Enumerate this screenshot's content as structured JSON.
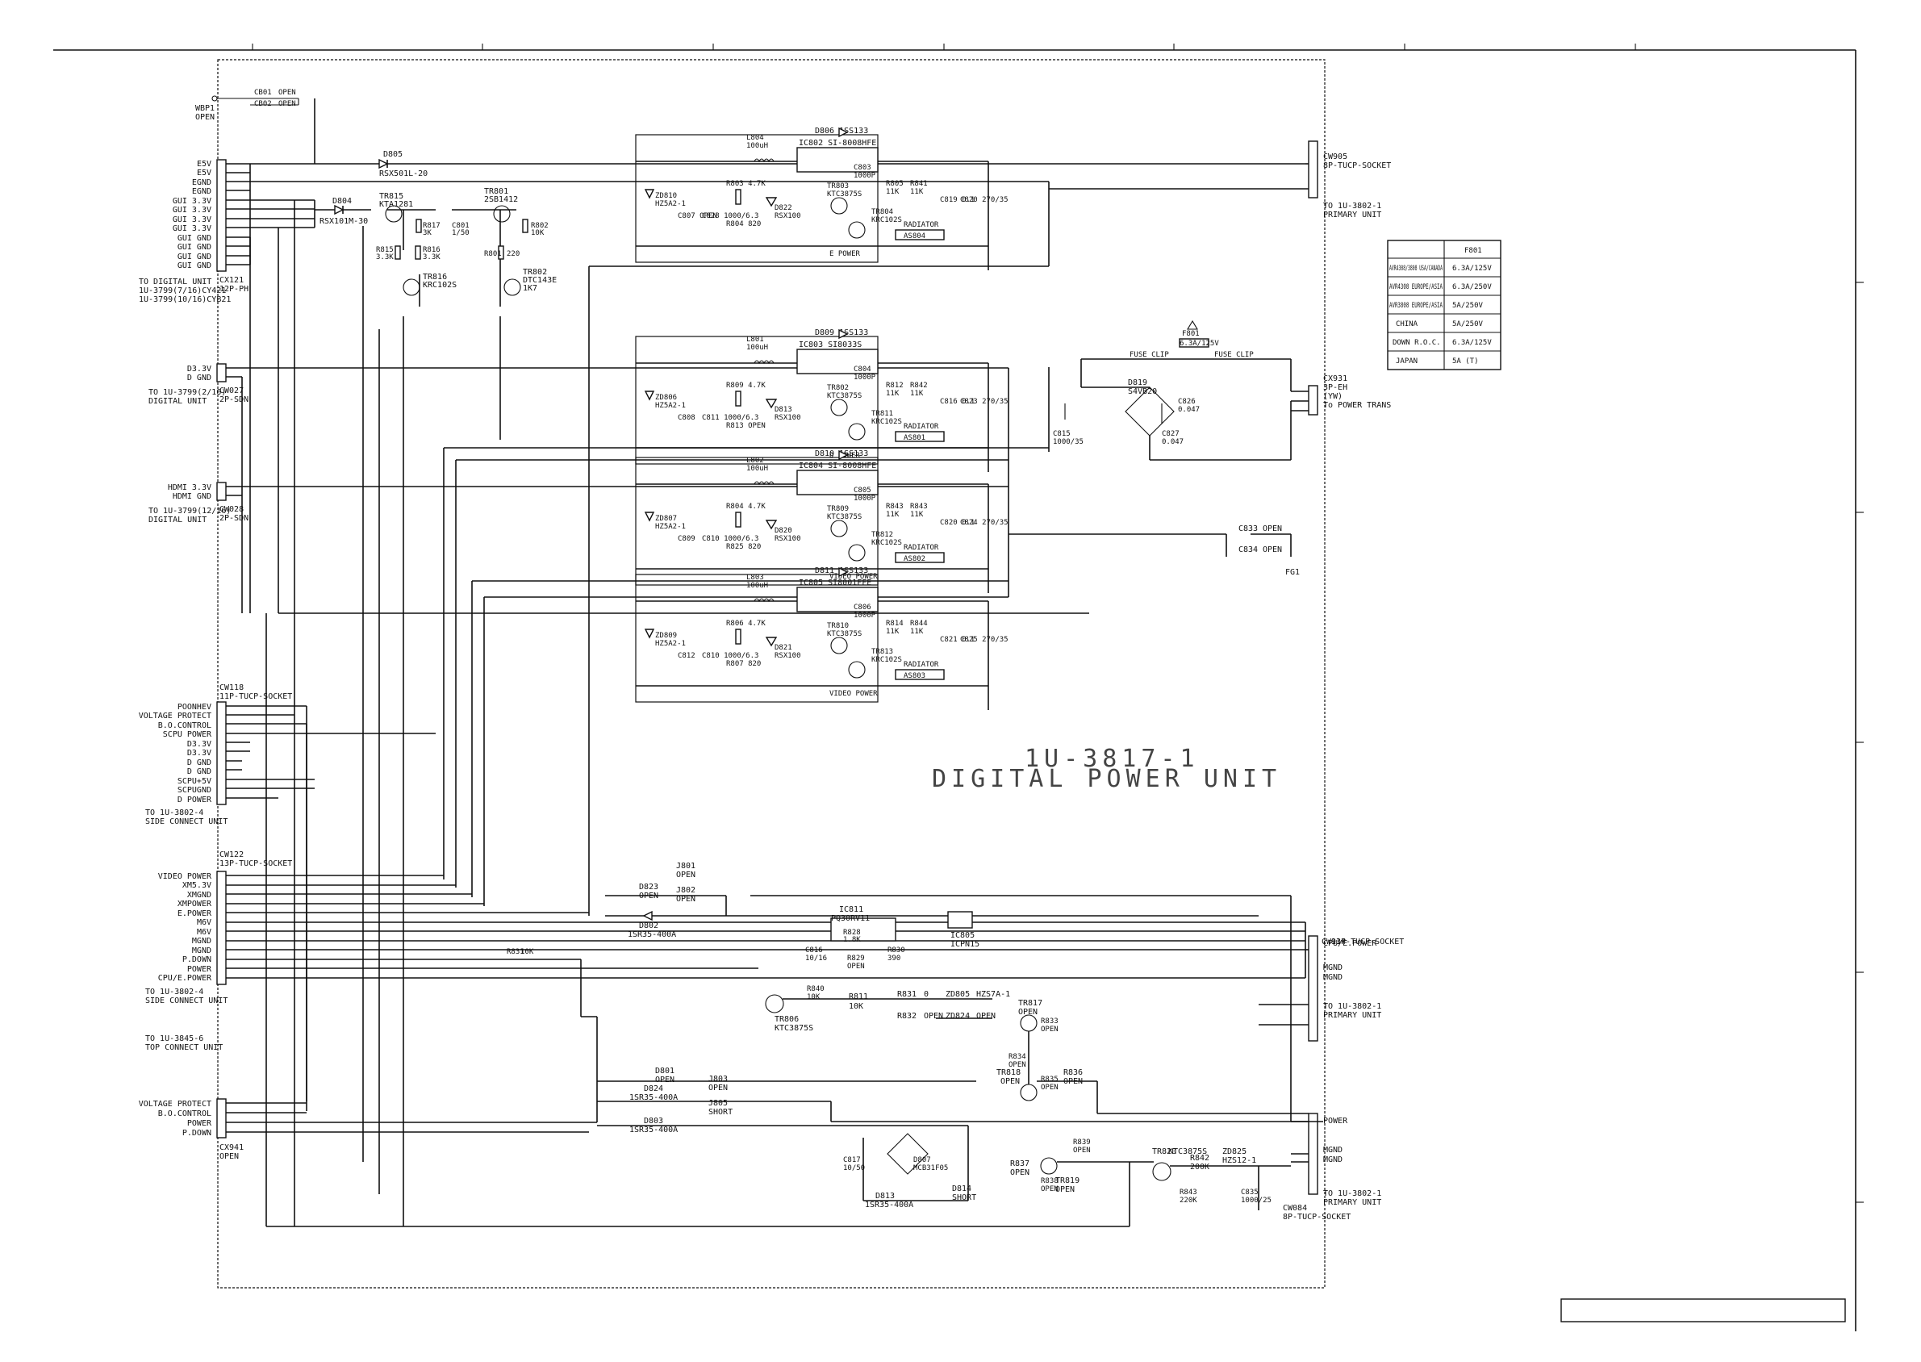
{
  "board": {
    "id": "1U-3817-1",
    "name": "DIGITAL POWER UNIT"
  },
  "top_connectors": {
    "wbp1": [
      "WBP1",
      "OPEN"
    ],
    "cb01": [
      "CB01",
      "OPEN"
    ],
    "cb02": [
      "CB02",
      "OPEN"
    ]
  },
  "cx121": {
    "pins": [
      "E5V",
      "E5V",
      "EGND",
      "EGND",
      "GUI 3.3V",
      "GUI 3.3V",
      "GUI 3.3V",
      "GUI 3.3V",
      "GUI GND",
      "GUI GND",
      "GUI GND",
      "GUI GND"
    ],
    "name": "CX121",
    "type": "12P-PH",
    "dest": [
      "TO DIGITAL UNIT",
      "1U-3799(7/16)CY421",
      "1U-3799(10/16)CYB21"
    ]
  },
  "cw027": {
    "pins": [
      "D3.3V",
      "D GND"
    ],
    "name": "CW027",
    "type": "2P-SDN",
    "dest": [
      "TO 1U-3799(2/16)",
      "DIGITAL UNIT"
    ]
  },
  "cw028": {
    "pins": [
      "HDMI 3.3V",
      "HDMI GND"
    ],
    "name": "CW028",
    "type": "2P-SDN",
    "dest": [
      "TO 1U-3799(12/16)",
      "DIGITAL UNIT"
    ]
  },
  "cw118": {
    "name": "CW118",
    "type": "11P-TUCP-SOCKET",
    "pins": [
      "POONHEV",
      "VOLTAGE PROTECT",
      "B.O.CONTROL",
      "SCPU POWER",
      "D3.3V",
      "D3.3V",
      "D GND",
      "D GND",
      "SCPU+5V",
      "SCPUGND",
      "D POWER"
    ],
    "dest": [
      "TO 1U-3802-4",
      "SIDE CONNECT UNIT"
    ]
  },
  "cw122": {
    "name": "CW122",
    "type": "13P-TUCP-SOCKET",
    "pins": [
      "VIDEO POWER",
      "XM5.3V",
      "XMGND",
      "XMPOWER",
      "E.POWER",
      "M6V",
      "M6V",
      "MGND",
      "MGND",
      "P.DOWN",
      "POWER",
      "CPU/E.POWER"
    ],
    "dest": [
      "TO 1U-3802-4",
      "SIDE CONNECT UNIT"
    ],
    "dest2": [
      "TO 1U-3845-6",
      "TOP CONNECT UNIT"
    ]
  },
  "cx941": {
    "pins": [
      "VOLTAGE PROTECT",
      "B.O.CONTROL",
      "POWER",
      "P.DOWN"
    ],
    "name": "CX941",
    "type": "OPEN"
  },
  "right_connectors": {
    "cw905": [
      "CW905",
      "8P-TUCP-SOCKET"
    ],
    "cw905_dest": [
      "TO 1U-3802-1",
      "PRIMARY UNIT"
    ],
    "cx931": [
      "CX931",
      "3P-EH",
      "(YW)"
    ],
    "cx931_dest": "To POWER TRANS",
    "cw934": [
      "CW934",
      "11P-TUCP-SOCKET"
    ],
    "cw934_pins": [
      "CPU/E.POWER",
      "MGND",
      "MGND"
    ],
    "cw934_dest": [
      "TO 1U-3802-1",
      "PRIMARY UNIT"
    ],
    "cw084": [
      "CW084",
      "8P-TUCP-SOCKET"
    ],
    "cw084_pins": [
      "POWER",
      "MGND",
      "MGND"
    ],
    "cw084_dest": [
      "TO 1U-3802-1",
      "PRIMARY UNIT"
    ]
  },
  "regulators": [
    {
      "name": "E POWER",
      "ic": "IC802 SI-8008HFE",
      "diode": "D806  1SS133",
      "coil": [
        "L804",
        "100uH"
      ],
      "zd": [
        "ZD810",
        "HZ5A2-1"
      ],
      "caps": [
        "C807 OPEN",
        "C828 1000/6.3"
      ],
      "res": [
        "R803 4.7K",
        "R804 820"
      ],
      "d": [
        "D822",
        "RSX100"
      ],
      "c_out": [
        "C803",
        "1000P"
      ],
      "tr_a": [
        "TR803",
        "KTC3875S"
      ],
      "tr_b": [
        "TR804",
        "KRC102S"
      ],
      "r1": [
        "R805",
        "11K"
      ],
      "r2": [
        "R841",
        "11K"
      ],
      "c3": [
        "C819 0.1",
        "C820 270/35"
      ],
      "rad": [
        "RADIATOR",
        "AS804"
      ]
    },
    {
      "name": "D POWER",
      "ic": "IC803 SI8033S",
      "diode": "D809  1SS133",
      "coil": [
        "L801",
        "100uH"
      ],
      "zd": [
        "ZD806",
        "HZ5A2-1"
      ],
      "caps": [
        "C808",
        "C811 1000/6.3"
      ],
      "res": [
        "R809 4.7K",
        "R813 OPEN"
      ],
      "d": [
        "D813",
        "RSX100"
      ],
      "c_out": [
        "C804",
        "1000P"
      ],
      "tr_a": [
        "TR802",
        "KTC3875S"
      ],
      "tr_b": [
        "TR811",
        "KRC102S"
      ],
      "r1": [
        "R812",
        "11K"
      ],
      "r2": [
        "R842",
        "11K"
      ],
      "c3": [
        "C816 0.1",
        "C823 270/35"
      ],
      "rad": [
        "RADIATOR",
        "AS801"
      ]
    },
    {
      "name": "VIDEO POWER",
      "ic": "IC804 SI-8008HFE",
      "diode": "D810  1SS133",
      "coil": [
        "L802",
        "100uH"
      ],
      "zd": [
        "ZD807",
        "HZ5A2-1"
      ],
      "caps": [
        "C809",
        "C810 1000/6.3"
      ],
      "res": [
        "R804 4.7K",
        "R825 820"
      ],
      "d": [
        "D820",
        "RSX100"
      ],
      "c_out": [
        "C805",
        "1000P"
      ],
      "tr_a": [
        "TR809",
        "KTC3875S"
      ],
      "tr_b": [
        "TR812",
        "KRC102S"
      ],
      "r1": [
        "R843",
        "11K"
      ],
      "r2": [
        "R843",
        "11K"
      ],
      "c3": [
        "C820 0.1",
        "C824 270/35"
      ],
      "rad": [
        "RADIATOR",
        "AS802"
      ]
    },
    {
      "name": "VIDEO POWER",
      "ic": "IC805 SI8001FFE",
      "diode": "D811  1SS133",
      "coil": [
        "L803",
        "100uH"
      ],
      "zd": [
        "ZD809",
        "HZ5A2-1"
      ],
      "caps": [
        "C812",
        "C810 1000/6.3"
      ],
      "res": [
        "R806 4.7K",
        "R807 820"
      ],
      "d": [
        "D821",
        "RSX100"
      ],
      "c_out": [
        "C806",
        "1000P"
      ],
      "tr_a": [
        "TR810",
        "KTC3875S"
      ],
      "tr_b": [
        "TR813",
        "KRC102S"
      ],
      "r1": [
        "R814",
        "11K"
      ],
      "r2": [
        "R844",
        "11K"
      ],
      "c3": [
        "C821 0.1",
        "C825 270/35"
      ],
      "rad": [
        "RADIATOR",
        "AS803"
      ]
    }
  ],
  "misc_labels": {
    "d805": [
      "D805",
      "RSX501L-20"
    ],
    "d804": [
      "D804",
      "RSX101M-30"
    ],
    "tr815": [
      "TR815",
      "KTA1281"
    ],
    "r817": [
      "R817",
      "3K"
    ],
    "r815": [
      "R815",
      "3.3K"
    ],
    "r816": [
      "R816",
      "3.3K"
    ],
    "c801": [
      "C801",
      "1/50"
    ],
    "tr816": [
      "TR816",
      "KRC102S"
    ],
    "tr801": [
      "TR801",
      "2SB1412"
    ],
    "r801": [
      "R801",
      "220"
    ],
    "r802": [
      "R802",
      "10K"
    ],
    "tr802": [
      "TR802",
      "DTC143E",
      "1K7"
    ],
    "c815": [
      "C815",
      "1000/35"
    ],
    "f801": [
      "F801",
      "6.3A/125V"
    ],
    "fuse_clip": [
      "FUSE CLIP",
      "FUSE CLIP"
    ],
    "d819": [
      "D819",
      "S4VB20"
    ],
    "c826": [
      "C826",
      "0.047"
    ],
    "c827": [
      "C827",
      "0.047"
    ],
    "c833": [
      "C833",
      "OPEN"
    ],
    "c834": [
      "C834",
      "OPEN"
    ],
    "fg1": "FG1",
    "j801": [
      "J801",
      "OPEN"
    ],
    "j802": [
      "J802",
      "OPEN"
    ],
    "d823": [
      "D823",
      "OPEN"
    ],
    "d802": [
      "D802",
      "1SR35-400A"
    ],
    "ic811": [
      "IC811",
      "PQ30RV11"
    ],
    "r828": [
      "R828",
      "1.8K"
    ],
    "r829": [
      "R829",
      "OPEN"
    ],
    "r830": [
      "R830",
      "390"
    ],
    "c816b": [
      "C816",
      "10/16"
    ],
    "ic805": [
      "IC805",
      "ICPN15"
    ],
    "r831": [
      "R831",
      "10K"
    ],
    "r840": [
      "R840",
      "10K"
    ],
    "tr806": [
      "TR806",
      "KTC3875S"
    ],
    "r811": [
      "R811",
      "10K"
    ],
    "r831b": [
      "R831",
      "0"
    ],
    "r832": [
      "R832",
      "OPEN"
    ],
    "zd805": [
      "ZD805",
      "HZS7A-1"
    ],
    "zd824": [
      "ZD824",
      "OPEN"
    ],
    "tr817": [
      "TR817",
      "OPEN"
    ],
    "r833": [
      "R833",
      "OPEN"
    ],
    "r834": [
      "R834",
      "OPEN"
    ],
    "tr818": [
      "TR818",
      "OPEN"
    ],
    "r835": [
      "R835",
      "OPEN"
    ],
    "r836": [
      "R836",
      "OPEN"
    ],
    "d801": [
      "D801",
      "OPEN"
    ],
    "d824": [
      "D824",
      "1SR35-400A"
    ],
    "j803": [
      "J803",
      "OPEN"
    ],
    "j805": [
      "J805",
      "SHORT"
    ],
    "d803": [
      "D803",
      "1SR35-400A"
    ],
    "c817": [
      "C817",
      "10/50"
    ],
    "d807": [
      "D807",
      "MCB31F05"
    ],
    "d813b": [
      "D813",
      "1SR35-400A"
    ],
    "d814": [
      "D814",
      "SHORT"
    ],
    "r837": [
      "R837",
      "OPEN"
    ],
    "r838": [
      "R838",
      "OPEN"
    ],
    "tr819": [
      "TR819",
      "OPEN"
    ],
    "r839": [
      "R839",
      "OPEN"
    ],
    "tr820": [
      "TR820",
      "KTC3875S"
    ],
    "r842b": [
      "R842",
      "200K"
    ],
    "r843b": [
      "R843",
      "220K"
    ],
    "zd825": [
      "ZD825",
      "HZS12-1"
    ],
    "c835": [
      "C835",
      "1000/25"
    ]
  },
  "fuse_table": {
    "header": [
      "",
      "F801"
    ],
    "rows": [
      [
        "AVR4308/3808 USA/CANADA",
        "6.3A/125V"
      ],
      [
        "AVR4308 EUROPE/ASIA",
        "6.3A/250V"
      ],
      [
        "AVR3808 EUROPE/ASIA",
        "5A/250V"
      ],
      [
        "CHINA",
        "5A/250V"
      ],
      [
        "DOWN R.O.C.",
        "6.3A/125V"
      ],
      [
        "JAPAN",
        "5A (T)"
      ]
    ]
  },
  "title_box": {
    "text": ""
  }
}
